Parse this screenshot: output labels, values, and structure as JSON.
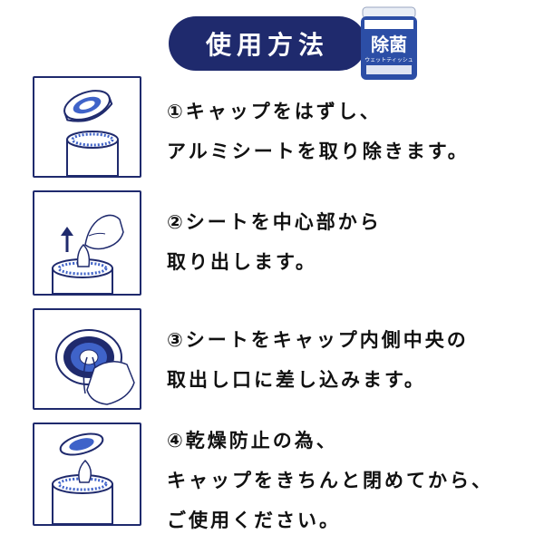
{
  "header": {
    "title": "使用方法",
    "product_label": "除菌",
    "product_sublabel": "ウェットティッシュ"
  },
  "colors": {
    "navy": "#1f2a6d",
    "text": "#111111",
    "accent": "#3f63c9"
  },
  "steps": [
    {
      "line1": "①キャップをはずし、",
      "line2": "アルミシートを取り除きます。"
    },
    {
      "line1": "②シートを中心部から",
      "line2": "取り出します。"
    },
    {
      "line1": "③シートをキャップ内側中央の",
      "line2": "取出し口に差し込みます。"
    },
    {
      "line1": "④乾燥防止の為、",
      "line2": "キャップをきちんと閉めてから、",
      "line3": "ご使用ください。"
    }
  ],
  "illustrations": [
    {
      "icon": "cap-removal-icon"
    },
    {
      "icon": "pull-sheet-icon"
    },
    {
      "icon": "insert-sheet-icon"
    },
    {
      "icon": "close-cap-icon"
    }
  ]
}
